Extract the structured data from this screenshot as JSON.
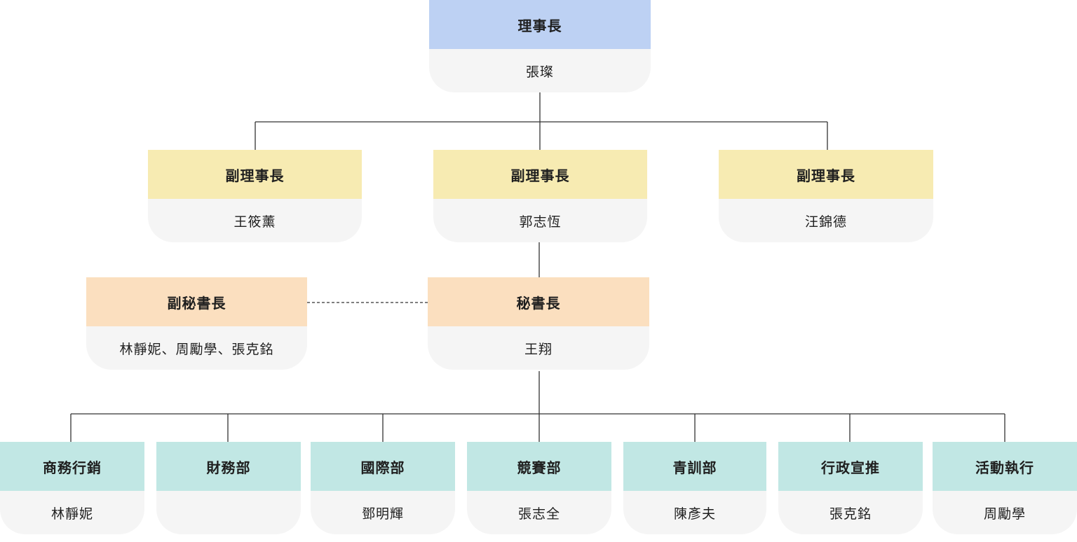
{
  "chairman": {
    "title": "理事長",
    "name": "張璨"
  },
  "vice_chairmen": [
    {
      "title": "副理事長",
      "name": "王筱薰"
    },
    {
      "title": "副理事長",
      "name": "郭志恆"
    },
    {
      "title": "副理事長",
      "name": "汪錦德"
    }
  ],
  "deputy_secretary": {
    "title": "副秘書長",
    "name": "林靜妮、周勵學、張克銘"
  },
  "secretary_general": {
    "title": "秘書長",
    "name": "王翔"
  },
  "departments": [
    {
      "title": "商務行銷",
      "name": "林靜妮"
    },
    {
      "title": "財務部",
      "name": ""
    },
    {
      "title": "國際部",
      "name": "鄧明輝"
    },
    {
      "title": "競賽部",
      "name": "張志全"
    },
    {
      "title": "青訓部",
      "name": "陳彥夫"
    },
    {
      "title": "行政宣推",
      "name": "張克銘"
    },
    {
      "title": "活動執行",
      "name": "周勵學"
    }
  ],
  "colors": {
    "chairman": "#bdd1f3",
    "vice": "#f7ebb2",
    "secretary": "#fbdfbf",
    "department": "#c1e7e4",
    "name_bg": "#f5f5f5",
    "connector": "#333333"
  }
}
